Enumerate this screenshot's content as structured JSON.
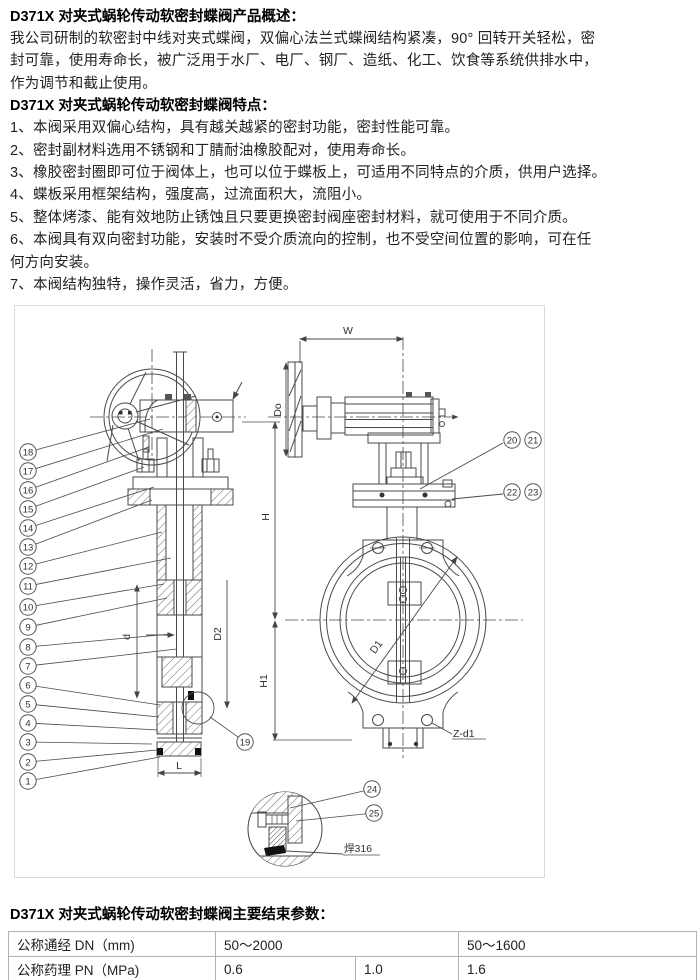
{
  "overview": {
    "heading": "D371X 对夹式蜗轮传动软密封蝶阀产品概述：",
    "lines": [
      "我公司研制的软密封中线对夹式蝶阀，双偏心法兰式蝶阀结构紧凑，90° 回转开关轻松，密",
      "封可靠，使用寿命长，被广泛用于水厂、电厂、钢厂、造纸、化工、饮食等系统供排水中，",
      "作为调节和截止使用。"
    ]
  },
  "features": {
    "heading": "D371X 对夹式蜗轮传动软密封蝶阀特点：",
    "lines": [
      "1、本阀采用双偏心结构，具有越关越紧的密封功能，密封性能可靠。",
      "2、密封副材料选用不锈钢和丁腈耐油橡胶配对，使用寿命长。",
      "3、橡胶密封圈即可位于阀体上，也可以位于蝶板上，可适用不同特点的介质，供用户选择。",
      "4、蝶板采用框架结构，强度高，过流面积大，流阻小。",
      "5、整体烤漆、能有效地防止锈蚀且只要更换密封阀座密封材料，就可使用于不同介质。",
      "6、本阀具有双向密封功能，安装时不受介质流向的控制，也不受空间位置的影响，可在任",
      "何方向安装。",
      "7、本阀结构独特，操作灵活，省力，方便。"
    ]
  },
  "diagram": {
    "dims": {
      "w": "W",
      "do": "Do",
      "h": "H",
      "h1": "H1",
      "d": "d",
      "d2": "D2",
      "l": "L",
      "d1": "D1",
      "zd1": "Z-d1",
      "weld": "焊316"
    },
    "callouts": [
      "1",
      "2",
      "3",
      "4",
      "5",
      "6",
      "7",
      "8",
      "9",
      "10",
      "11",
      "12",
      "13",
      "14",
      "15",
      "16",
      "17",
      "18",
      "19",
      "20",
      "21",
      "22",
      "23",
      "24",
      "25"
    ]
  },
  "specs": {
    "heading": "D371X 对夹式蜗轮传动软密封蝶阀主要结束参数：",
    "table": {
      "rows": [
        {
          "label": "公称通经 DN（mm)",
          "values": [
            "50～2000",
            "50～1600"
          ]
        },
        {
          "label": "公称药理 PN（MPa)",
          "values": [
            "0.6",
            "1.0",
            "1.6"
          ]
        }
      ]
    }
  }
}
